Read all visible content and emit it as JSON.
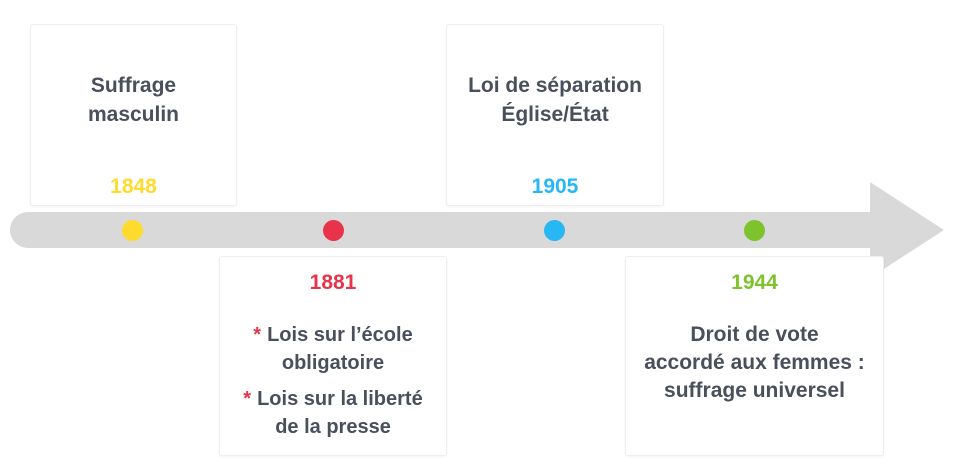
{
  "colors": {
    "timeline": "#d9d9d9",
    "yellow": "#fedb2c",
    "red": "#e8334a",
    "blue": "#27b7f5",
    "green": "#7dc32b",
    "text": "#4a4f5c"
  },
  "events": [
    {
      "year": "1848",
      "title_lines": [
        "Suffrage",
        "masculin"
      ],
      "color": "#fedb2c"
    },
    {
      "year": "1881",
      "bullets": [
        {
          "marker": "*",
          "lines": [
            "Lois sur l’école",
            "obligatoire"
          ]
        },
        {
          "marker": "*",
          "lines": [
            "Lois sur la liberté",
            "de la presse"
          ]
        }
      ],
      "color": "#e8334a"
    },
    {
      "year": "1905",
      "title_lines": [
        "Loi de séparation",
        "Église/État"
      ],
      "color": "#27b7f5"
    },
    {
      "year": "1944",
      "title_lines": [
        "Droit de vote",
        "accordé aux femmes :",
        "suffrage universel"
      ],
      "color": "#7dc32b"
    }
  ]
}
